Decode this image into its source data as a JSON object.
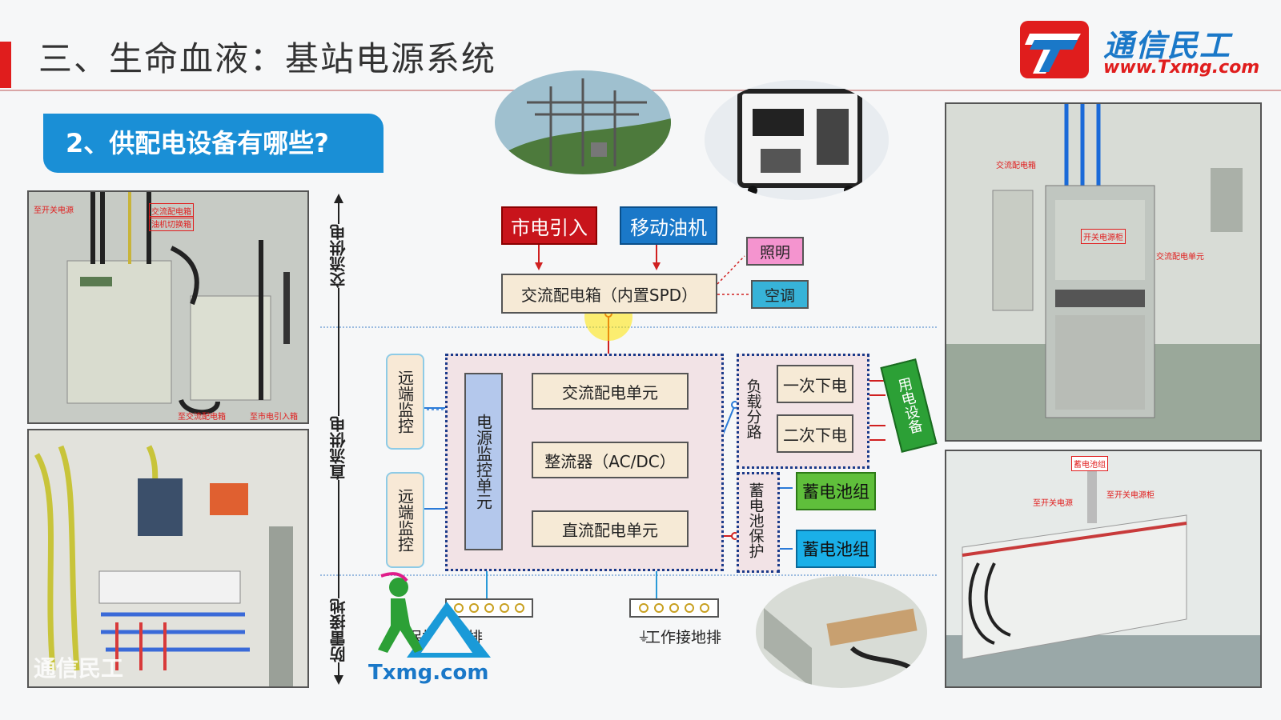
{
  "header": {
    "title": "三、生命血液：基站电源系统",
    "subtitle": "2、供配电设备有哪些?",
    "logo_name": "通信民工",
    "logo_url": "www.Txmg.com"
  },
  "axis_labels": {
    "ac": "交流供电",
    "dc": "直流供电",
    "ground": "防雷接地"
  },
  "diagram": {
    "mains": "市电引入",
    "generator": "移动油机",
    "ac_box": "交流配电箱（内置SPD）",
    "lighting": "照明",
    "aircon": "空调",
    "monitor": "电源监控单元",
    "remote_top": "远端监控",
    "remote_bottom": "远端监控",
    "ac_unit": "交流配电单元",
    "rectifier": "整流器（AC/DC）",
    "dc_unit": "直流配电单元",
    "load_branch": "负载分路",
    "first_off": "一次下电",
    "second_off": "二次下电",
    "equipment": "用电设备",
    "battery_protect": "蓄电池保护",
    "battery1": "蓄电池组",
    "battery2": "蓄电池组",
    "protect_ground": "保护接地排",
    "work_ground": "工作接地排"
  },
  "photo_labels": {
    "left_top_1": "交流配电箱",
    "left_top_2": "油机切换箱",
    "left_top_3": "至开关电源",
    "left_top_4": "至交流配电箱",
    "left_top_5": "至市电引入箱",
    "right_top_1": "开关电源柜",
    "right_top_2": "交流配电单元",
    "right_top_3": "交流配电箱",
    "right_bottom_1": "蓄电池组",
    "right_bottom_2": "至开关电源",
    "right_bottom_3": "至开关电源柜"
  },
  "watermark": {
    "left": "通信民工",
    "brand": "Txmg.com"
  },
  "colors": {
    "accent_red": "#e01d1d",
    "accent_blue": "#1a8fd6"
  }
}
